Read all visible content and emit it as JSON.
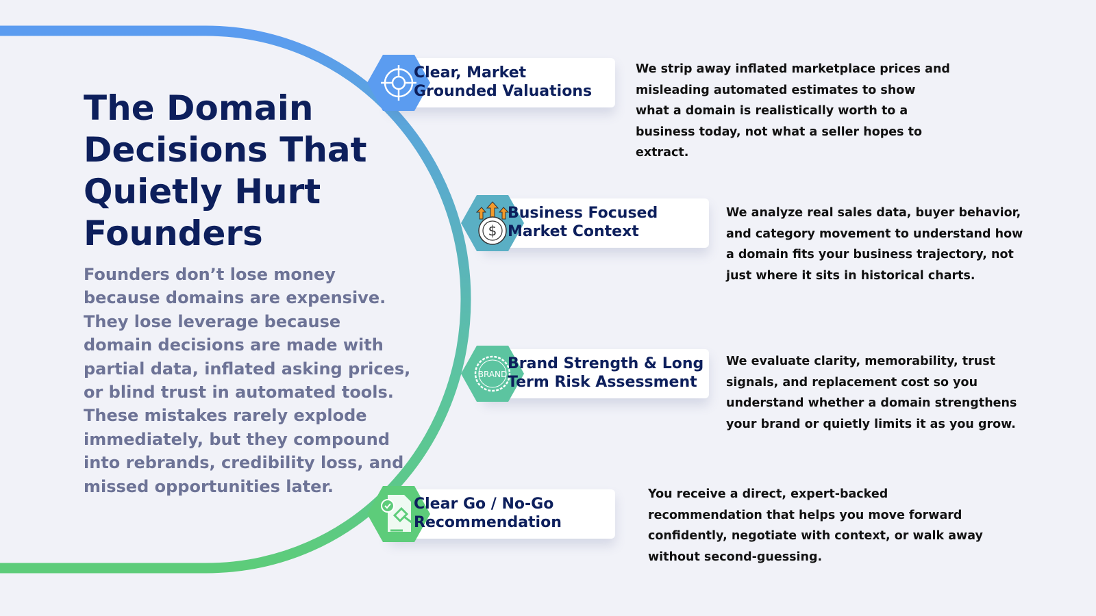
{
  "title": "The Domain Decisions That Quietly Hurt Founders",
  "intro": "Founders don’t lose money because domains are expensive. They lose leverage because domain decisions are made with partial data, inflated asking prices, or blind trust in automated tools. These mistakes rarely explode immediately, but they compound into rebrands, credibility loss, and missed opportunities later.",
  "colors": {
    "blue": "#5b9cf0",
    "teal": "#5aafc4",
    "seafoam": "#5cc4a0",
    "green": "#5dcc7a",
    "title": "#0d1f5c"
  },
  "steps": [
    {
      "label": "Clear, Market Grounded Valuations",
      "icon": "target-icon",
      "description": "We strip away inflated marketplace prices and misleading automated estimates to show what a domain is realistically worth to a business today, not what a seller hopes to extract."
    },
    {
      "label": "Business Focused Market Context",
      "icon": "dollar-growth-icon",
      "description": "We analyze real sales data, buyer behavior, and category movement to understand how a domain fits your business trajectory, not just where it sits in historical charts."
    },
    {
      "label": "Brand Strength & Long Term Risk Assessment",
      "icon": "brand-badge-icon",
      "badge_text": "BRAND",
      "description": "We evaluate clarity, memorability, trust signals, and replacement cost so you understand whether a domain strengthens your brand or quietly limits it as you grow."
    },
    {
      "label": "Clear Go / No-Go Recommendation",
      "icon": "gavel-document-icon",
      "description": "You receive a direct, expert-backed recommendation that helps you move forward confidently, negotiate with context, or walk away without second-guessing."
    }
  ]
}
